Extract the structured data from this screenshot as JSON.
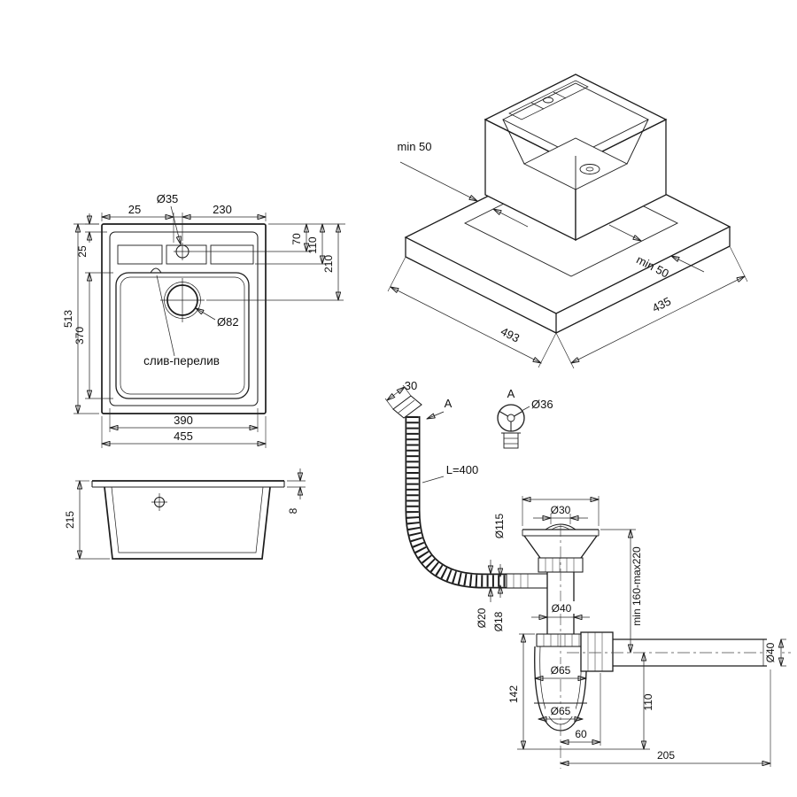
{
  "drawing": {
    "background": "#ffffff",
    "line_color": "#1c1c1c",
    "dim_color": "#2a2a2a"
  },
  "top_view": {
    "dim_top_offset": "25",
    "dim_faucet_diameter": "Ø35",
    "dim_faucet_to_edge": "230",
    "dim_rim_width": "25",
    "dim_deck_depth": "70",
    "dim_deck_total": "110",
    "dim_drain_center": "210",
    "dim_overall_length": "513",
    "dim_bowl_length": "370",
    "dim_drain_diameter": "Ø82",
    "label_overflow": "слив-перелив",
    "dim_bowl_width": "390",
    "dim_overall_width": "455"
  },
  "iso_view": {
    "dim_margin_top": "min 50",
    "dim_margin_right": "min 50",
    "dim_cutout_length": "493",
    "dim_cutout_width": "435"
  },
  "side_view": {
    "dim_height": "215",
    "dim_flange_thickness": "8"
  },
  "drain_kit": {
    "dim_hose_fitting": "30",
    "label_section_arrow": "A",
    "label_section_view": "A",
    "dim_overflow_grate": "Ø36",
    "dim_hose_length": "L=400",
    "dim_flange": "Ø115",
    "dim_strainer": "Ø30",
    "dim_overflow_pipe_outer": "Ø20",
    "dim_overflow_pipe_inner": "Ø18",
    "dim_tailpipe": "Ø40",
    "dim_install_height": "min 160-max220",
    "dim_trap_height": "142",
    "dim_cup_top": "Ø65",
    "dim_cup_bottom": "Ø65",
    "dim_outlet_offset": "60",
    "dim_outlet_drop": "110",
    "dim_outlet_length": "205",
    "dim_outlet_pipe": "Ø40"
  }
}
